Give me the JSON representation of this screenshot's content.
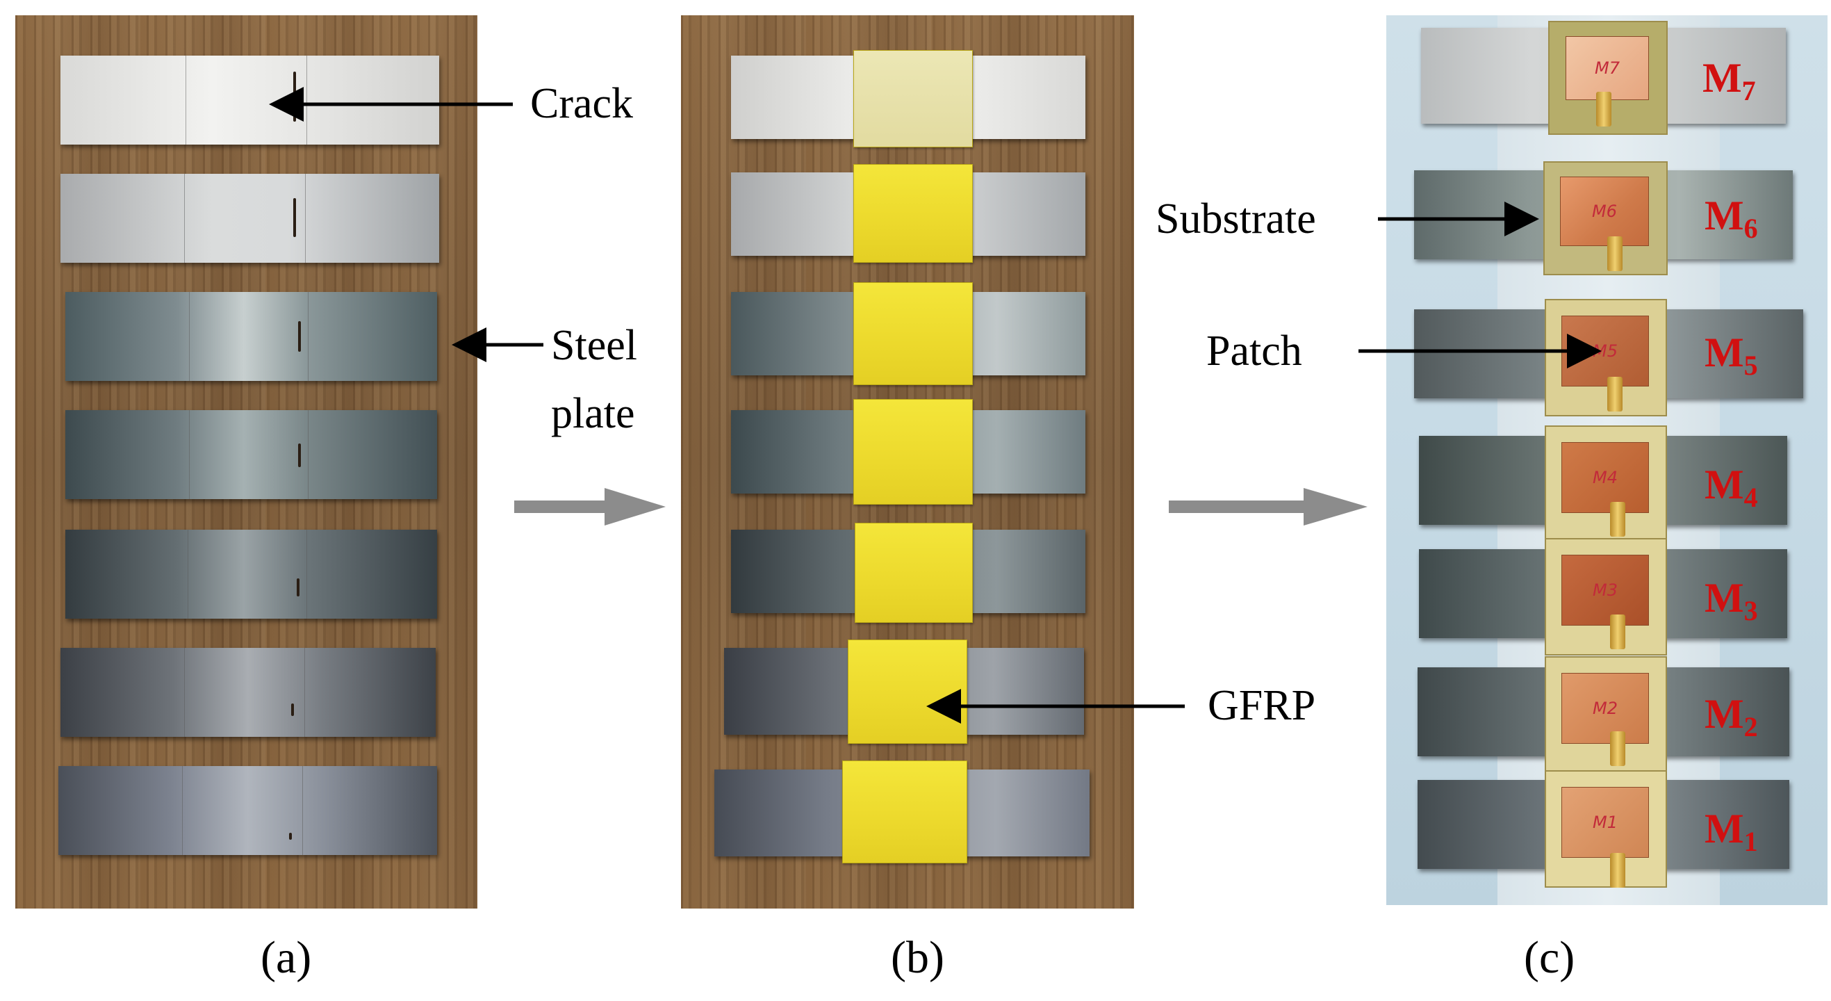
{
  "panel_a": {
    "labels": {
      "crack": "Crack",
      "steel_plate_line1": "Steel",
      "steel_plate_line2": "plate"
    }
  },
  "panel_b": {
    "labels": {
      "gfrp": "GFRP"
    }
  },
  "panel_c": {
    "labels": {
      "substrate": "Substrate",
      "patch": "Patch"
    },
    "patch_marks": [
      "M7",
      "M6",
      "M5",
      "M4",
      "M3",
      "M2",
      "M1"
    ],
    "sensors": [
      {
        "letter": "M",
        "index": "7"
      },
      {
        "letter": "M",
        "index": "6"
      },
      {
        "letter": "M",
        "index": "5"
      },
      {
        "letter": "M",
        "index": "4"
      },
      {
        "letter": "M",
        "index": "3"
      },
      {
        "letter": "M",
        "index": "2"
      },
      {
        "letter": "M",
        "index": "1"
      }
    ]
  },
  "captions": {
    "a": "(a)",
    "b": "(b)",
    "c": "(c)"
  },
  "colors": {
    "sensor_label": "#d11010",
    "gfrp": "#f0de30",
    "arrow_grey": "#8c8c8c"
  }
}
